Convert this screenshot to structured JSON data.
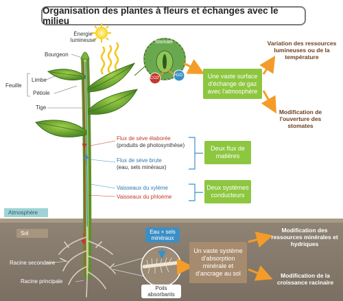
{
  "title": "Organisation des plantes à fleurs et échanges avec le milieu",
  "labels": {
    "energie": "Énergie lumineuse",
    "bourgeon": "Bourgeon",
    "feuille": "Feuille",
    "limbe": "Limbe",
    "petiole": "Pétiole",
    "tige": "Tige",
    "stomate": "Stomate",
    "co2": "CO2",
    "h2o": "H2O",
    "atmosphere": "Atmosphère",
    "sol": "Sol",
    "racine_secondaire": "Racine secondaire",
    "racine_principale": "Racine principale",
    "poils_absorbants": "Poils absorbants",
    "eau_sels": "Eau + sels minéraux"
  },
  "flux": {
    "seve_elaboree": "Flux de sève élaborée",
    "seve_elaboree_sub": "(produits de photosynthèse)",
    "seve_brute": "Flux de sève brute",
    "seve_brute_sub": "(eau, sels minéraux)",
    "xyleme": "Vaisseaux du xylème",
    "phloeme": "Vaisseaux du phloème"
  },
  "boxes": {
    "surface_gaz": "Une vaste surface d'échange de gaz avec l'atmosphère",
    "deux_flux": "Deux flux de matières",
    "deux_systemes": "Deux systèmes conducteurs",
    "systeme_absorption": "Un vaste système d'absorption minérale et d'ancrage au sol"
  },
  "notes": {
    "variation": "Variation des ressources lumineuses ou de la température",
    "modif_stomates": "Modification de l'ouverture des stomates",
    "modif_ressources": "Modification des ressources minérales et hydriques",
    "modif_croissance": "Modification de la croissance racinaire"
  },
  "colors": {
    "green": "#8dc63f",
    "brown": "#a78b6e",
    "orange": "#f39c2a",
    "blue": "#3b8fc6",
    "red": "#c0392b",
    "soil": "#8a7c6c"
  }
}
